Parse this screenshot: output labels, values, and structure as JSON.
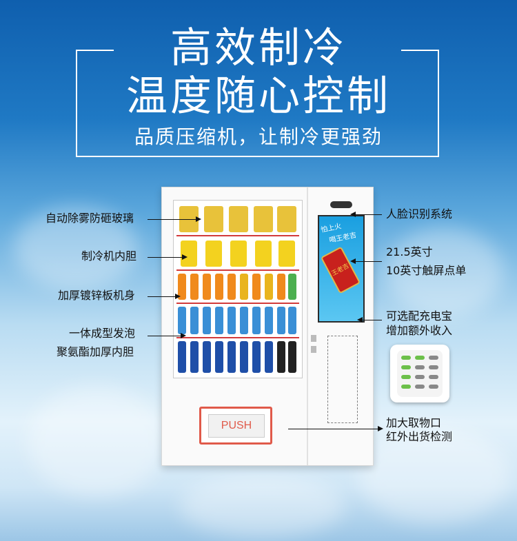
{
  "header": {
    "title_line1": "高效制冷",
    "title_line2": "温度随心控制",
    "subtitle": "品质压缩机，让制冷更强劲"
  },
  "machine": {
    "push_label": "PUSH",
    "screen_text_1": "怕上火",
    "screen_text_2": "喝王老吉",
    "can_text": "王老吉"
  },
  "callouts_left": [
    {
      "text": "自动除雾防砸玻璃"
    },
    {
      "text": "制冷机内胆"
    },
    {
      "text": "加厚镀锌板机身"
    },
    {
      "text": "一体成型发泡"
    },
    {
      "text": "聚氨酯加厚内胆"
    }
  ],
  "callouts_right": [
    {
      "text": "人脸识别系统"
    },
    {
      "text": "21.5英寸"
    },
    {
      "text": "10英寸触屏点单"
    },
    {
      "text": "可选配充电宝"
    },
    {
      "text": "增加额外收入"
    },
    {
      "text": "加大取物口"
    },
    {
      "text": "红外出货检测"
    }
  ],
  "colors": {
    "accent_red": "#d23a3a",
    "push_border": "#e05a4a",
    "sky_blue": "#1f79c4"
  }
}
